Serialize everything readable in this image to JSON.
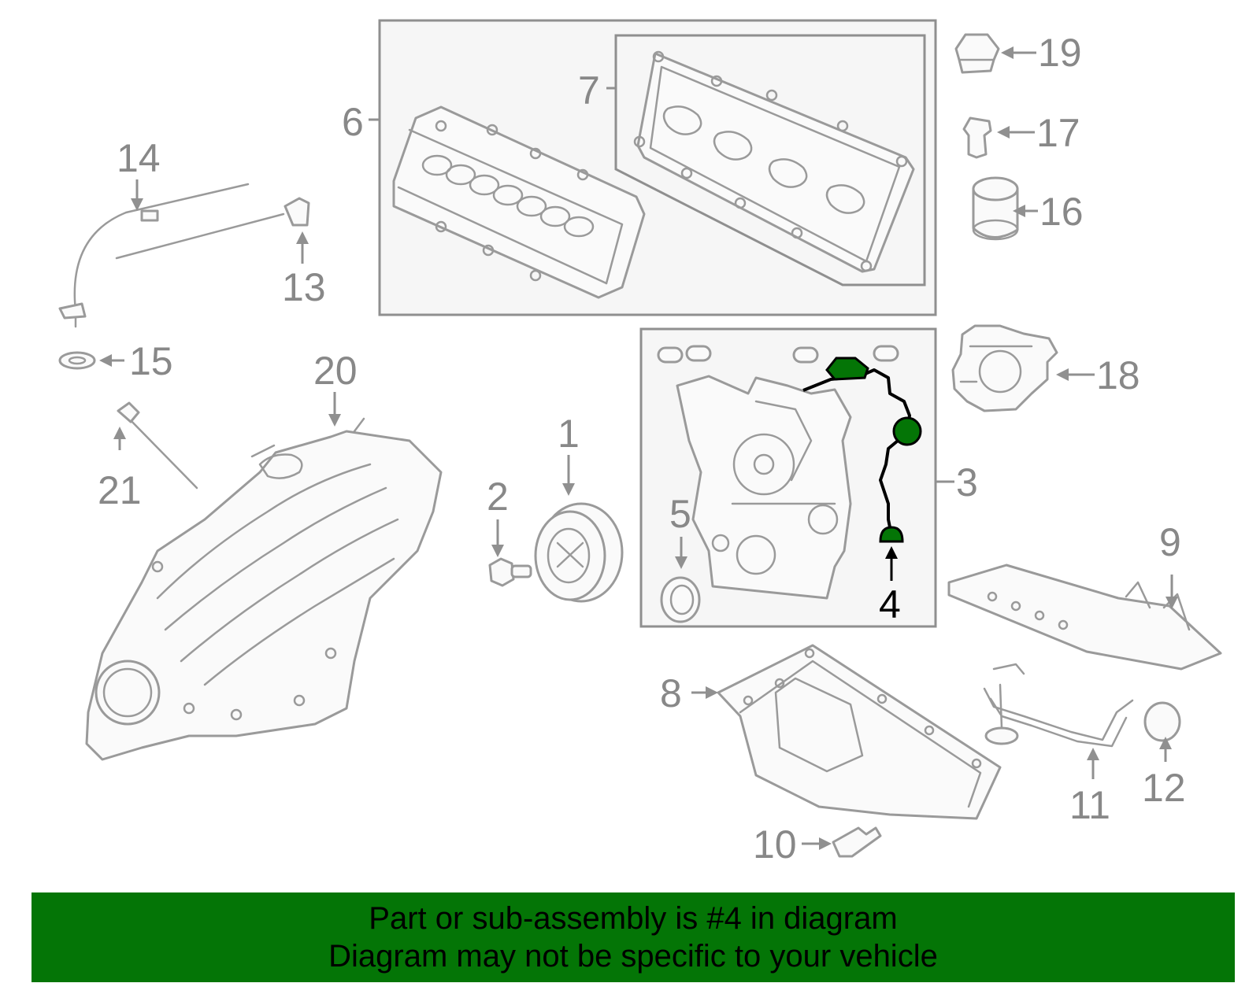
{
  "diagram": {
    "callouts": [
      "1",
      "2",
      "3",
      "4",
      "5",
      "6",
      "7",
      "8",
      "9",
      "10",
      "11",
      "12",
      "13",
      "14",
      "15",
      "16",
      "17",
      "18",
      "19",
      "20",
      "21"
    ],
    "highlighted_callout": "4",
    "highlight_color": "#047506"
  },
  "banner": {
    "line1": "Part or sub-assembly is #4 in diagram",
    "line2": "Diagram may not be specific to your vehicle",
    "background": "#047506"
  }
}
